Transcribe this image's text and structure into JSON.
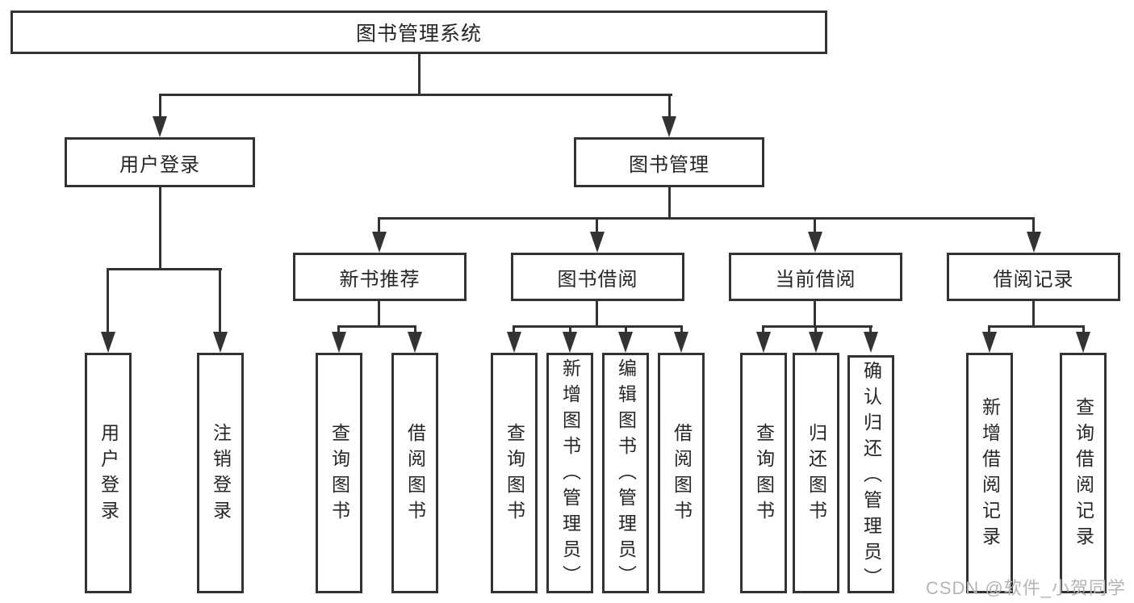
{
  "diagram": {
    "root": "图书管理系统",
    "level2": [
      {
        "label": "用户登录"
      },
      {
        "label": "图书管理"
      }
    ],
    "login_children": [
      "用户登录",
      "注销登录"
    ],
    "sections": [
      {
        "label": "新书推荐",
        "children": [
          "查询图书",
          "借阅图书"
        ]
      },
      {
        "label": "图书借阅",
        "children": [
          "查询图书",
          "新增图书（管理员）",
          "编辑图书（管理员）",
          "借阅图书"
        ]
      },
      {
        "label": "当前借阅",
        "children": [
          "查询图书",
          "归还图书",
          "确认归还（管理员）"
        ]
      },
      {
        "label": "借阅记录",
        "children": [
          "新增借阅记录",
          "查询借阅记录"
        ]
      }
    ],
    "colors": {
      "line": "#333333",
      "text": "#262626",
      "background": "#ffffff",
      "watermark": "#b5b5b5"
    }
  },
  "watermark": "CSDN @软件_小贺同学"
}
